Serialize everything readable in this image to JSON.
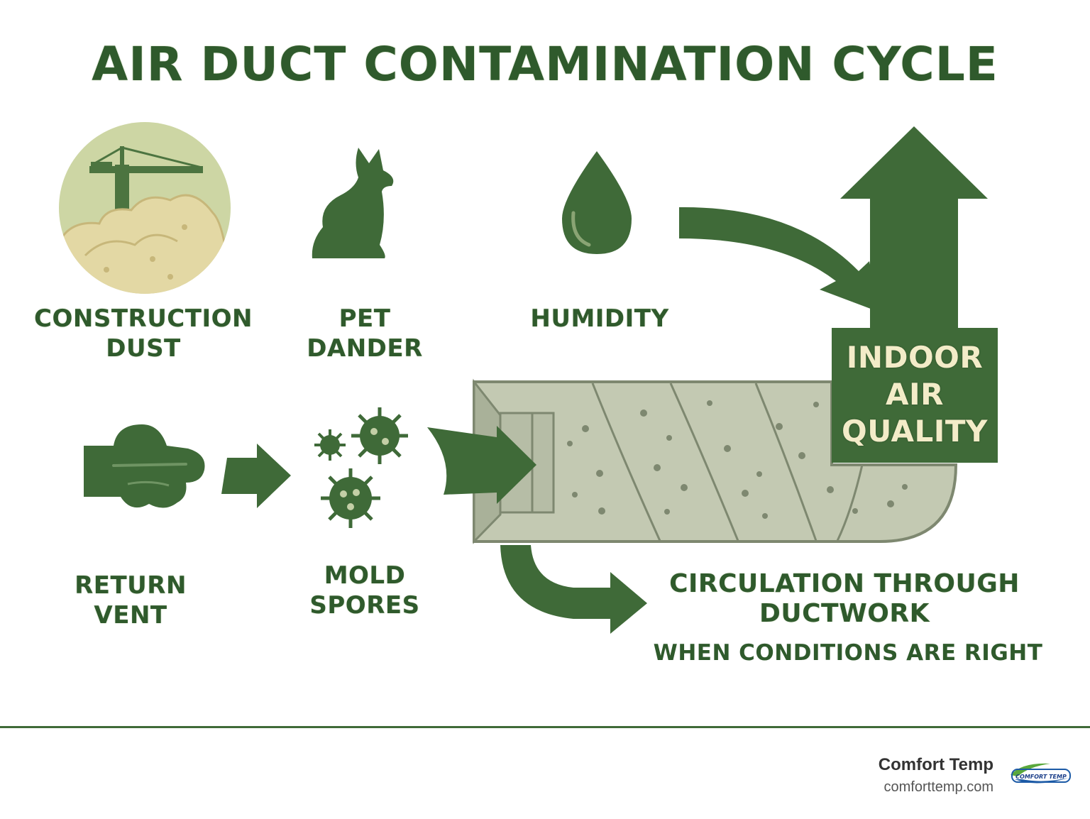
{
  "title": "AIR DUCT CONTAMINATION CYCLE",
  "sources": {
    "construction_dust": [
      "CONSTRUCTION",
      "DUST"
    ],
    "pet_dander": [
      "PET",
      "DANDER"
    ],
    "humidity": [
      "HUMIDITY"
    ],
    "return_vent": [
      "RETURN",
      "VENT"
    ],
    "mold_spores": [
      "MOLD",
      "SPORES"
    ]
  },
  "outcome": {
    "indoor_air_quality": [
      "INDOOR",
      "AIR",
      "QUALITY"
    ],
    "circulation": [
      "CIRCULATION THROUGH",
      "DUCTWORK"
    ],
    "condition_note": "WHEN CONDITIONS ARE RIGHT"
  },
  "icons": [
    "crane-dust-icon",
    "cat-icon",
    "water-drop-icon",
    "vent-cloud-icon",
    "mold-spore-icon",
    "duct-icon",
    "arrow-icon"
  ],
  "colors": {
    "primary_green": "#3f6a38",
    "text_green": "#2f5a2c",
    "duct_fill": "#c3c9b2",
    "dust_fill": "#e3d8a4",
    "circle_bg": "#cdd6a4",
    "iaq_text": "#f3ecc8"
  },
  "footer": {
    "brand": "Comfort Temp",
    "url": "comforttemp.com",
    "logo_text": "COMFORT TEMP"
  }
}
